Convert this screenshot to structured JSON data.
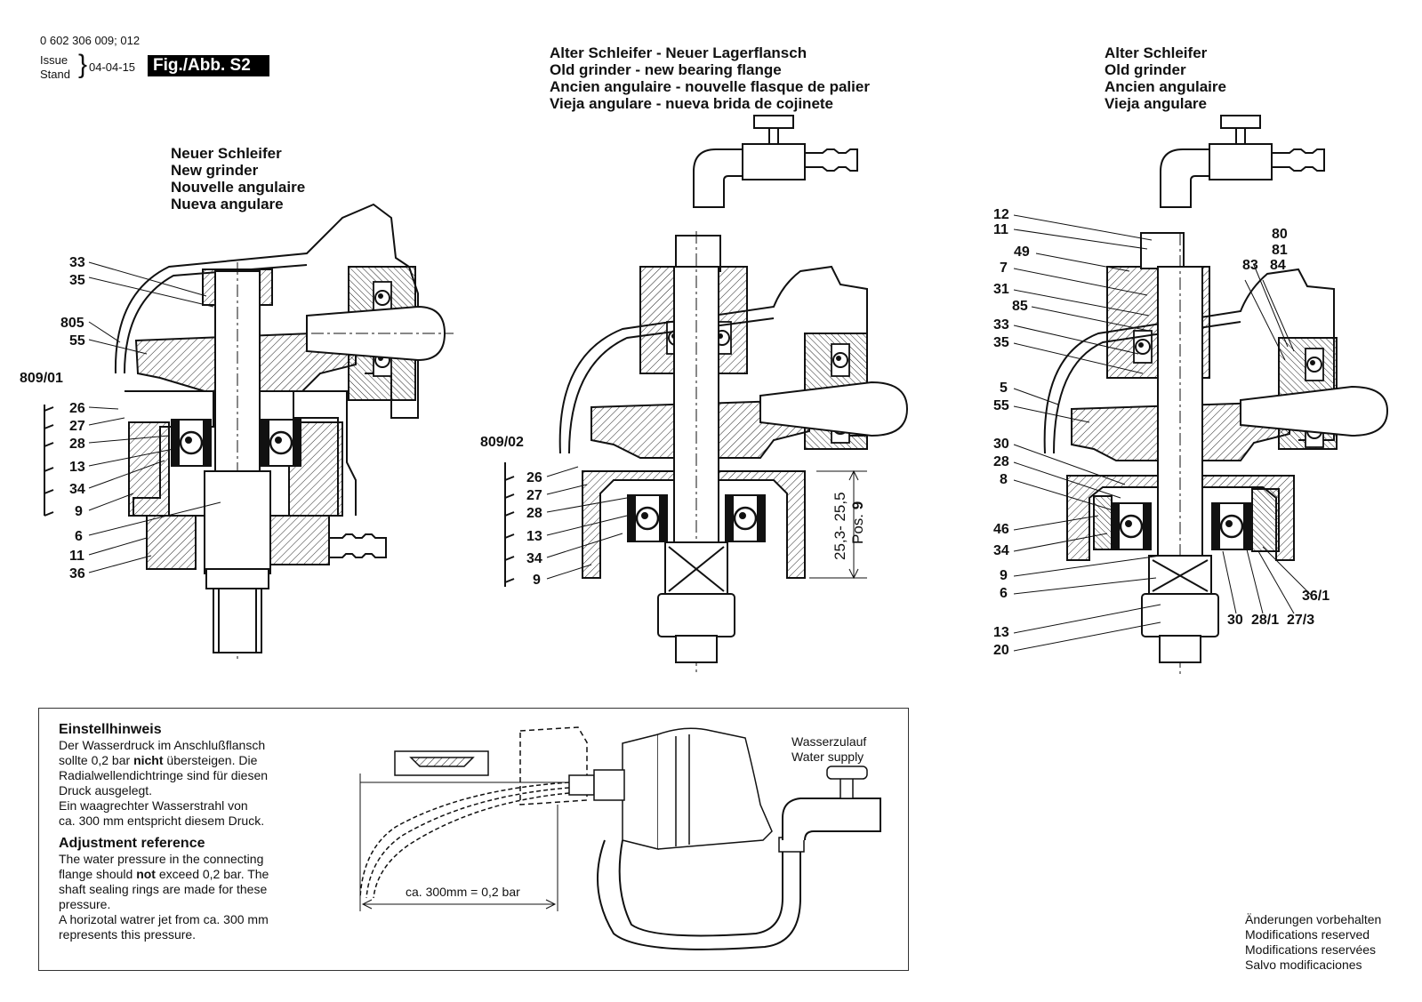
{
  "header": {
    "doc_number": "0 602 306 009; 012",
    "issue_label": "Issue",
    "stand_label": "Stand",
    "date": "04-04-15",
    "fig_label": "Fig./Abb. S2"
  },
  "figures": {
    "left_title": [
      "Neuer Schleifer",
      "New grinder",
      "Nouvelle angulaire",
      "Nueva angulare"
    ],
    "middle_title": [
      "Alter Schleifer - Neuer Lagerflansch",
      "Old grinder - new bearing flange",
      "Ancien angulaire - nouvelle flasque de palier",
      "Vieja angulare - nueva brida de cojinete"
    ],
    "right_title": [
      "Alter Schleifer",
      "Old grinder",
      "Ancien angulaire",
      "Vieja angulare"
    ],
    "left_labels": [
      "33",
      "35",
      "805",
      "55",
      "809/01",
      "26",
      "27",
      "28",
      "13",
      "34",
      "9",
      "6",
      "11",
      "36"
    ],
    "middle_labels": [
      "809/02",
      "26",
      "27",
      "28",
      "13",
      "34",
      "9"
    ],
    "middle_dim": "25,3- 25,5",
    "middle_pos": "Pos.",
    "middle_pos_num": "9",
    "right_labels": [
      "12",
      "11",
      "49",
      "7",
      "31",
      "85",
      "33",
      "35",
      "5",
      "55",
      "30",
      "28",
      "8",
      "46",
      "34",
      "9",
      "6",
      "13",
      "20",
      "80",
      "81",
      "83",
      "84",
      "36/1",
      "30",
      "28/1",
      "27/3"
    ]
  },
  "note": {
    "de_title": "Einstellhinweis",
    "de_l1": "Der Wasserdruck im Anschlußflansch",
    "de_l2a": "sollte 0,2 bar ",
    "de_l2b": "nicht",
    "de_l2c": " übersteigen. Die",
    "de_l3": "Radialwellendichtringe sind für diesen",
    "de_l4": "Druck ausgelegt.",
    "de_l5": "Ein waagrechter Wasserstrahl von",
    "de_l6": "ca. 300 mm entspricht diesem Druck.",
    "en_title": "Adjustment reference",
    "en_l1": "The water pressure in the connecting",
    "en_l2a": "flange should ",
    "en_l2b": "not",
    "en_l2c": " exceed 0,2 bar. The",
    "en_l3": "shaft sealing rings are made for these",
    "en_l4": "pressure.",
    "en_l5": "A horizotal watrer jet from ca. 300 mm",
    "en_l6": "represents this pressure.",
    "water_supply_de": "Wasserzulauf",
    "water_supply_en": "Water supply",
    "distance_label": "ca. 300mm = 0,2 bar"
  },
  "modifications": [
    "Änderungen vorbehalten",
    "Modifications reserved",
    "Modifications reservées",
    "Salvo modificaciones"
  ]
}
